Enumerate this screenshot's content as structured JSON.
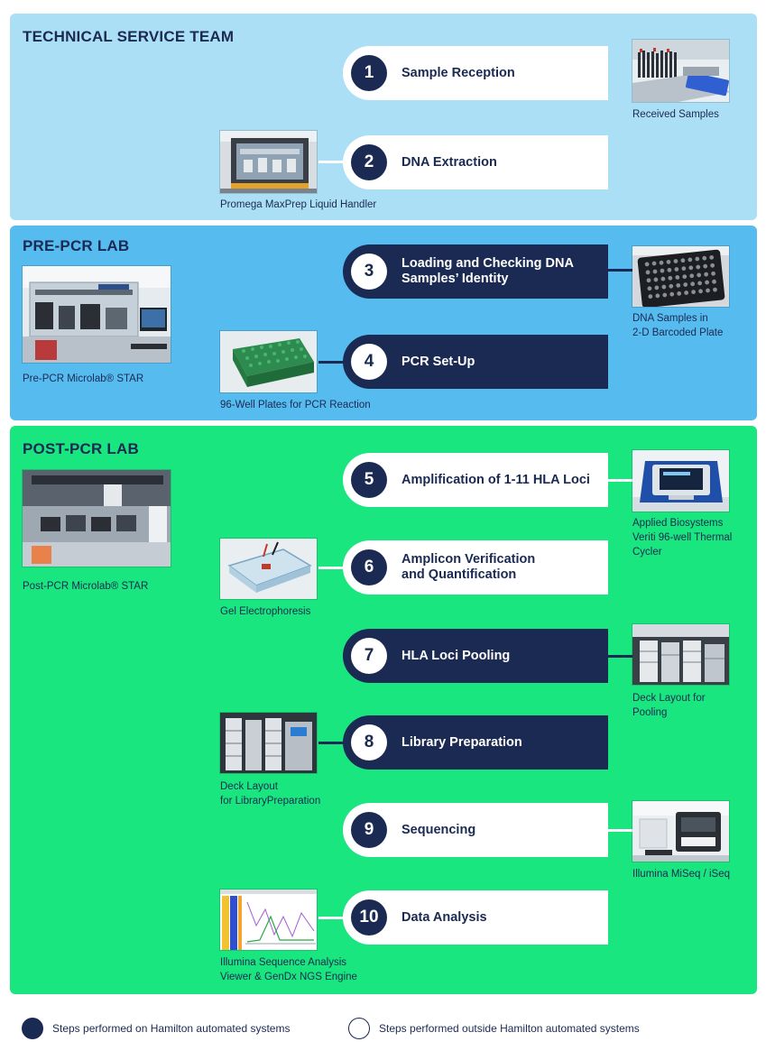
{
  "sections": {
    "tst": {
      "title": "TECHNICAL SERVICE TEAM",
      "color": "#abdff6"
    },
    "pre": {
      "title": "PRE-PCR LAB",
      "color": "#56bbef"
    },
    "post": {
      "title": "POST-PCR LAB",
      "color": "#19e67f"
    }
  },
  "steps": [
    {
      "number": "1",
      "label": "Sample Reception",
      "style": "light"
    },
    {
      "number": "2",
      "label": "DNA Extraction",
      "style": "light"
    },
    {
      "number": "3",
      "label": "Loading and Checking DNA\nSamples’ Identity",
      "style": "dark"
    },
    {
      "number": "4",
      "label": "PCR Set-Up",
      "style": "dark"
    },
    {
      "number": "5",
      "label": "Amplification of 1-11 HLA  Loci",
      "style": "light"
    },
    {
      "number": "6",
      "label": "Amplicon Verification\nand Quantification",
      "style": "light"
    },
    {
      "number": "7",
      "label": "HLA Loci Pooling",
      "style": "dark"
    },
    {
      "number": "8",
      "label": "Library Preparation",
      "style": "dark"
    },
    {
      "number": "9",
      "label": "Sequencing",
      "style": "light"
    },
    {
      "number": "10",
      "label": "Data Analysis",
      "style": "light"
    }
  ],
  "captions": {
    "received": "Received Samples",
    "maxprep": "Promega MaxPrep Liquid Handler",
    "prepcr_star": "Pre-PCR Microlab® STAR",
    "dna_plate": "DNA Samples in\n2-D Barcoded Plate",
    "wellplates": "96-Well Plates for PCR Reaction",
    "postpcr_star": "Post-PCR Microlab® STAR",
    "veriti": "Applied Biosystems\nVeriti 96-well Thermal\nCycler",
    "gel": "Gel Electrophoresis",
    "deck_pool": "Deck Layout for\nPooling",
    "deck_lib": "Deck Layout\nfor LibraryPreparation",
    "miseq": "Illumina MiSeq / iSeq",
    "viewer": "Illumina Sequence Analysis\nViewer & GenDx NGS Engine"
  },
  "legend": {
    "filled": "Steps performed on Hamilton automated systems",
    "hollow": "Steps performed outside Hamilton automated systems"
  },
  "colors": {
    "navy": "#1b2a52",
    "white": "#ffffff"
  }
}
